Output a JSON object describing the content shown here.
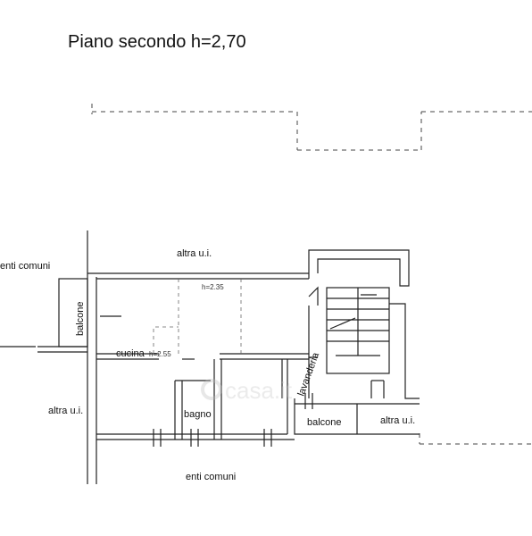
{
  "title": "Piano secondo h=2,70",
  "labels": {
    "altra_ui_top": "altra u.i.",
    "enti_comuni_left": "enti comuni",
    "balcone_left": "balcone",
    "h_living": "h=2.35",
    "cucina": "cucina",
    "h_cucina": "h=2.55",
    "lavanderia": "lavanderia",
    "altra_ui_left": "altra u.i.",
    "bagno": "bagno",
    "balcone_right": "balcone",
    "altra_ui_right": "altra u.i.",
    "enti_comuni_bottom": "enti comuni"
  },
  "watermark": "casa.it",
  "colors": {
    "wall": "#222222",
    "dashed": "#444444",
    "watermark": "#cccccc"
  }
}
